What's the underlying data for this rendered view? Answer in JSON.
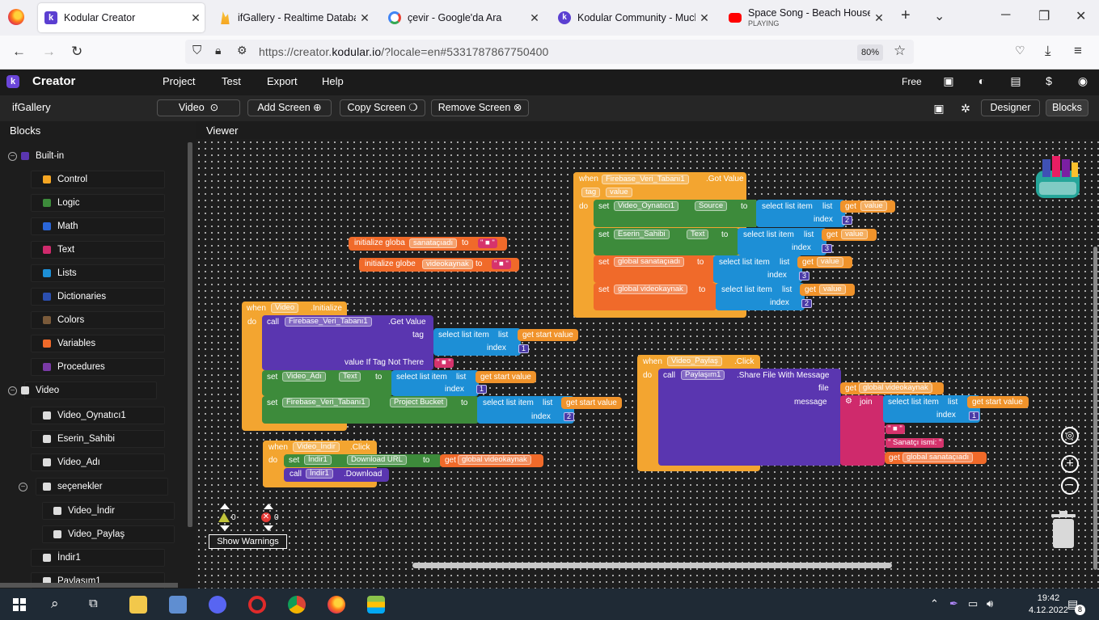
{
  "browser": {
    "tabs": [
      {
        "title": "Kodular Creator",
        "icon": "kodular-icon",
        "color": "#5b3fd1"
      },
      {
        "title": "ifGallery - Realtime Database",
        "icon": "firebase-icon",
        "color": "#f5a623"
      },
      {
        "title": "çevir - Google'da Ara",
        "icon": "google-icon",
        "color": "#4285f4"
      },
      {
        "title": "Kodular Community - Much M",
        "icon": "kodular-icon",
        "color": "#5b3fd1"
      },
      {
        "title": "Space Song - Beach House (",
        "sub": "PLAYING",
        "icon": "youtube-icon",
        "color": "#ff0000"
      }
    ],
    "url_prefix": "https://creator.",
    "url_domain": "kodular.io",
    "url_suffix": "/?locale=en#5331787867750400",
    "zoom": "80%"
  },
  "app": {
    "brand": "Creator",
    "menu": [
      "Project",
      "Test",
      "Export",
      "Help"
    ],
    "plan": "Free",
    "project_name": "ifGallery",
    "screen_select": "Video",
    "add_screen": "Add Screen",
    "copy_screen": "Copy Screen",
    "remove_screen": "Remove Screen",
    "designer": "Designer",
    "blocks": "Blocks"
  },
  "sidebar": {
    "title": "Blocks",
    "builtin": "Built-in",
    "builtin_items": [
      {
        "label": "Control",
        "color": "#f5a623"
      },
      {
        "label": "Logic",
        "color": "#3d8b3b"
      },
      {
        "label": "Math",
        "color": "#2a66d9"
      },
      {
        "label": "Text",
        "color": "#cf2a6c"
      },
      {
        "label": "Lists",
        "color": "#1d8fd6"
      },
      {
        "label": "Dictionaries",
        "color": "#2b4fb0"
      },
      {
        "label": "Colors",
        "color": "#7a5a3a"
      },
      {
        "label": "Variables",
        "color": "#f06a2a"
      },
      {
        "label": "Procedures",
        "color": "#7a3aa6"
      }
    ],
    "screen": "Video",
    "components": [
      "Video_Oynatıcı1",
      "Eserin_Sahibi",
      "Video_Adı"
    ],
    "arrangement": "seçenekler",
    "arrangement_children": [
      "Video_İndir",
      "Video_Paylaş"
    ],
    "more": [
      "İndir1",
      "Paylaşım1"
    ]
  },
  "viewer": {
    "title": "Viewer",
    "warnings_count": "0",
    "errors_count": "0",
    "show_warnings": "Show Warnings"
  },
  "blocks": {
    "var1": {
      "init": "initialize globa",
      "name": "sanataçıadı",
      "to": "to"
    },
    "var2": {
      "init": "initialize globe",
      "name": "videokaynak",
      "to": "to"
    },
    "got": {
      "when": "when",
      "component": "Firebase_Veri_Tabanı1",
      "event": ".Got Value",
      "p1": "tag",
      "p2": "value",
      "do": "do",
      "rows": [
        {
          "set": "set",
          "comp": "Video_Oynatıcı1",
          "prop": "Source",
          "to": "to",
          "sli": "select list item",
          "list": "list",
          "get": "get",
          "getv": "value",
          "index": "index",
          "n": "2"
        },
        {
          "set": "set",
          "comp": "Eserin_Sahibi",
          "prop": "Text",
          "to": "to",
          "sli": "select list item",
          "list": "list",
          "get": "get",
          "getv": "value",
          "index": "index",
          "n": "3"
        },
        {
          "set": "set",
          "comp": "global sanataçıadı",
          "to": "to",
          "sli": "select list item",
          "list": "list",
          "get": "get",
          "getv": "value",
          "index": "index",
          "n": "3"
        },
        {
          "set": "set",
          "comp": "global videokaynak",
          "to": "to",
          "sli": "select list item",
          "list": "list",
          "get": "get",
          "getv": "value",
          "index": "index",
          "n": "2"
        }
      ]
    },
    "init": {
      "when": "when",
      "component": "Video",
      "event": ".Initialize",
      "do": "do",
      "call": "call",
      "callcomp": "Firebase_Veri_Tabanı1",
      "method": ".Get Value",
      "tag": "tag",
      "sli": "select list item",
      "list": "list",
      "getstart": "get start value",
      "index": "index",
      "n1": "1",
      "vitnt": "value If Tag Not There",
      "set1": "set",
      "c1": "Video_Adı",
      "p1": "Text",
      "to": "to",
      "n2": "1",
      "set2": "set",
      "c2": "Firebase_Veri_Tabanı1",
      "p2": "Project Bucket",
      "n3": "2"
    },
    "share": {
      "when": "when",
      "component": "Video_Paylaş",
      "event": ".Click",
      "do": "do",
      "call": "call",
      "callcomp": "Paylaşım1",
      "method": ".Share File With Message",
      "file": "file",
      "get": "get",
      "gvar": "global videokaynak",
      "message": "message",
      "join": "join",
      "sli": "select list item",
      "list": "list",
      "getstart": "get start value",
      "index": "index",
      "n": "1",
      "s1": "\" ■ \"",
      "s2": "\" Sanatçı ismi: \"",
      "gvar2": "global sanataçıadı"
    },
    "download": {
      "when": "when",
      "component": "Video_İndir",
      "event": ".Click",
      "do": "do",
      "set": "set",
      "comp": "İndir1",
      "prop": "Download URL",
      "to": "to",
      "get": "get",
      "gvar": "global videokaynak",
      "call": "call",
      "callcomp": "İndir1",
      "method": ".Download"
    }
  },
  "taskbar": {
    "time": "19:42",
    "date": "4.12.2022",
    "notifications": "8"
  }
}
